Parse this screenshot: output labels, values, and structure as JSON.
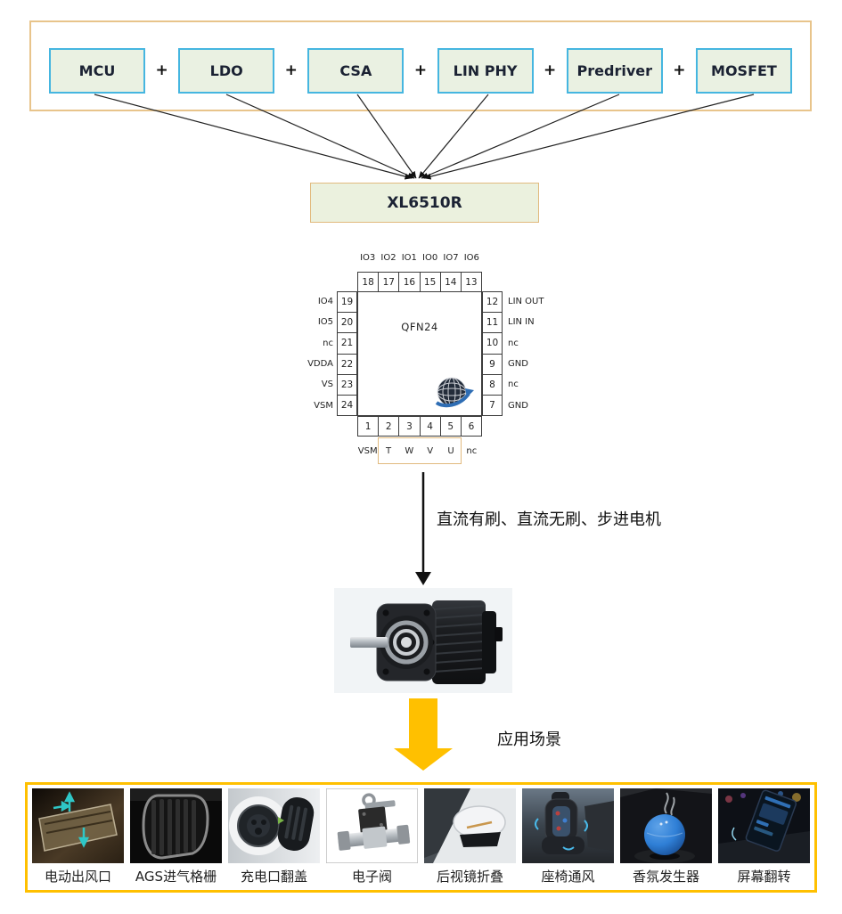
{
  "top_section": {
    "plus": "+",
    "components": [
      "MCU",
      "LDO",
      "CSA",
      "LIN PHY",
      "Predriver",
      "MOSFET"
    ]
  },
  "chip": {
    "name": "XL6510R",
    "package": "QFN24",
    "pinout": {
      "top": {
        "labels": [
          "IO3",
          "IO2",
          "IO1",
          "IO0",
          "IO7",
          "IO6"
        ],
        "pins": [
          "18",
          "17",
          "16",
          "15",
          "14",
          "13"
        ]
      },
      "left": {
        "labels": [
          "IO4",
          "IO5",
          "nc",
          "VDDA",
          "VS",
          "VSM"
        ],
        "pins": [
          "19",
          "20",
          "21",
          "22",
          "23",
          "24"
        ]
      },
      "right": {
        "labels": [
          "LIN OUT",
          "LIN IN",
          "nc",
          "GND",
          "nc",
          "GND"
        ],
        "pins": [
          "12",
          "11",
          "10",
          "9",
          "8",
          "7"
        ]
      },
      "bottom": {
        "labels": [
          "VSM",
          "T",
          "W",
          "V",
          "U",
          "nc"
        ],
        "pins": [
          "1",
          "2",
          "3",
          "4",
          "5",
          "6"
        ]
      }
    }
  },
  "motor_flow": {
    "label": "直流有刷、直流无刷、步进电机"
  },
  "applications": {
    "arrow_label": "应用场景",
    "items": [
      {
        "label": "电动出风口"
      },
      {
        "label": "AGS进气格栅"
      },
      {
        "label": "充电口翻盖"
      },
      {
        "label": "电子阀"
      },
      {
        "label": "后视镜折叠"
      },
      {
        "label": "座椅通风"
      },
      {
        "label": "香氛发生器"
      },
      {
        "label": "屏幕翻转"
      }
    ]
  },
  "colors": {
    "component_fill": "#eaf1e2",
    "component_border": "#45b6e0",
    "container_border": "#e8c48b",
    "chip_box_fill": "#ebf1de",
    "chip_box_border": "#e1ba7e",
    "highlight_yellow": "#ffc000",
    "teal_arrow": "#2fc7c7"
  }
}
